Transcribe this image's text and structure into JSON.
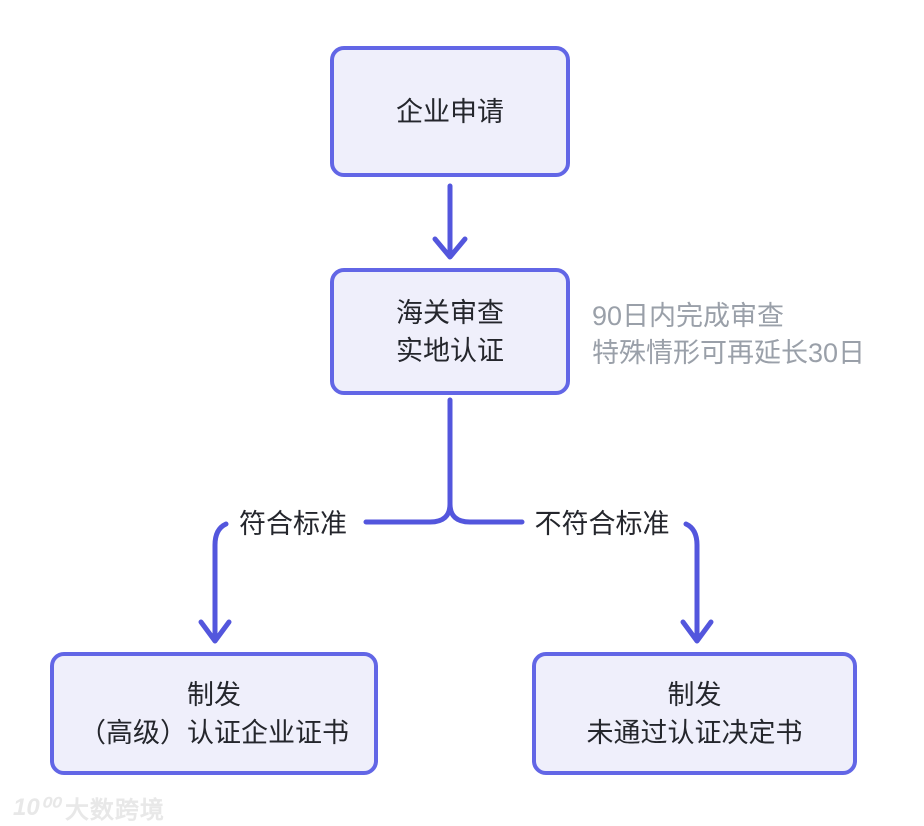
{
  "colors": {
    "accent_line": "#5356dd",
    "node_border": "#6266e6",
    "node_fill": "#efeffb",
    "node_text": "#24262c",
    "note_text": "#9aa0a9",
    "watermark_text": "#e8e8e8",
    "background": "#ffffff"
  },
  "nodes": {
    "apply": {
      "label": "企业申请"
    },
    "review": {
      "line1": "海关审查",
      "line2": "实地认证"
    },
    "pass": {
      "line1": "制发",
      "line2": "（高级）认证企业证书"
    },
    "fail": {
      "line1": "制发",
      "line2": "未通过认证决定书"
    }
  },
  "note": {
    "line1": "90日内完成审查",
    "line2": "特殊情形可再延长30日"
  },
  "branches": {
    "pass": "符合标准",
    "fail": "不符合标准"
  },
  "watermark": {
    "logo": "10⁰⁰",
    "text": "大数跨境"
  }
}
